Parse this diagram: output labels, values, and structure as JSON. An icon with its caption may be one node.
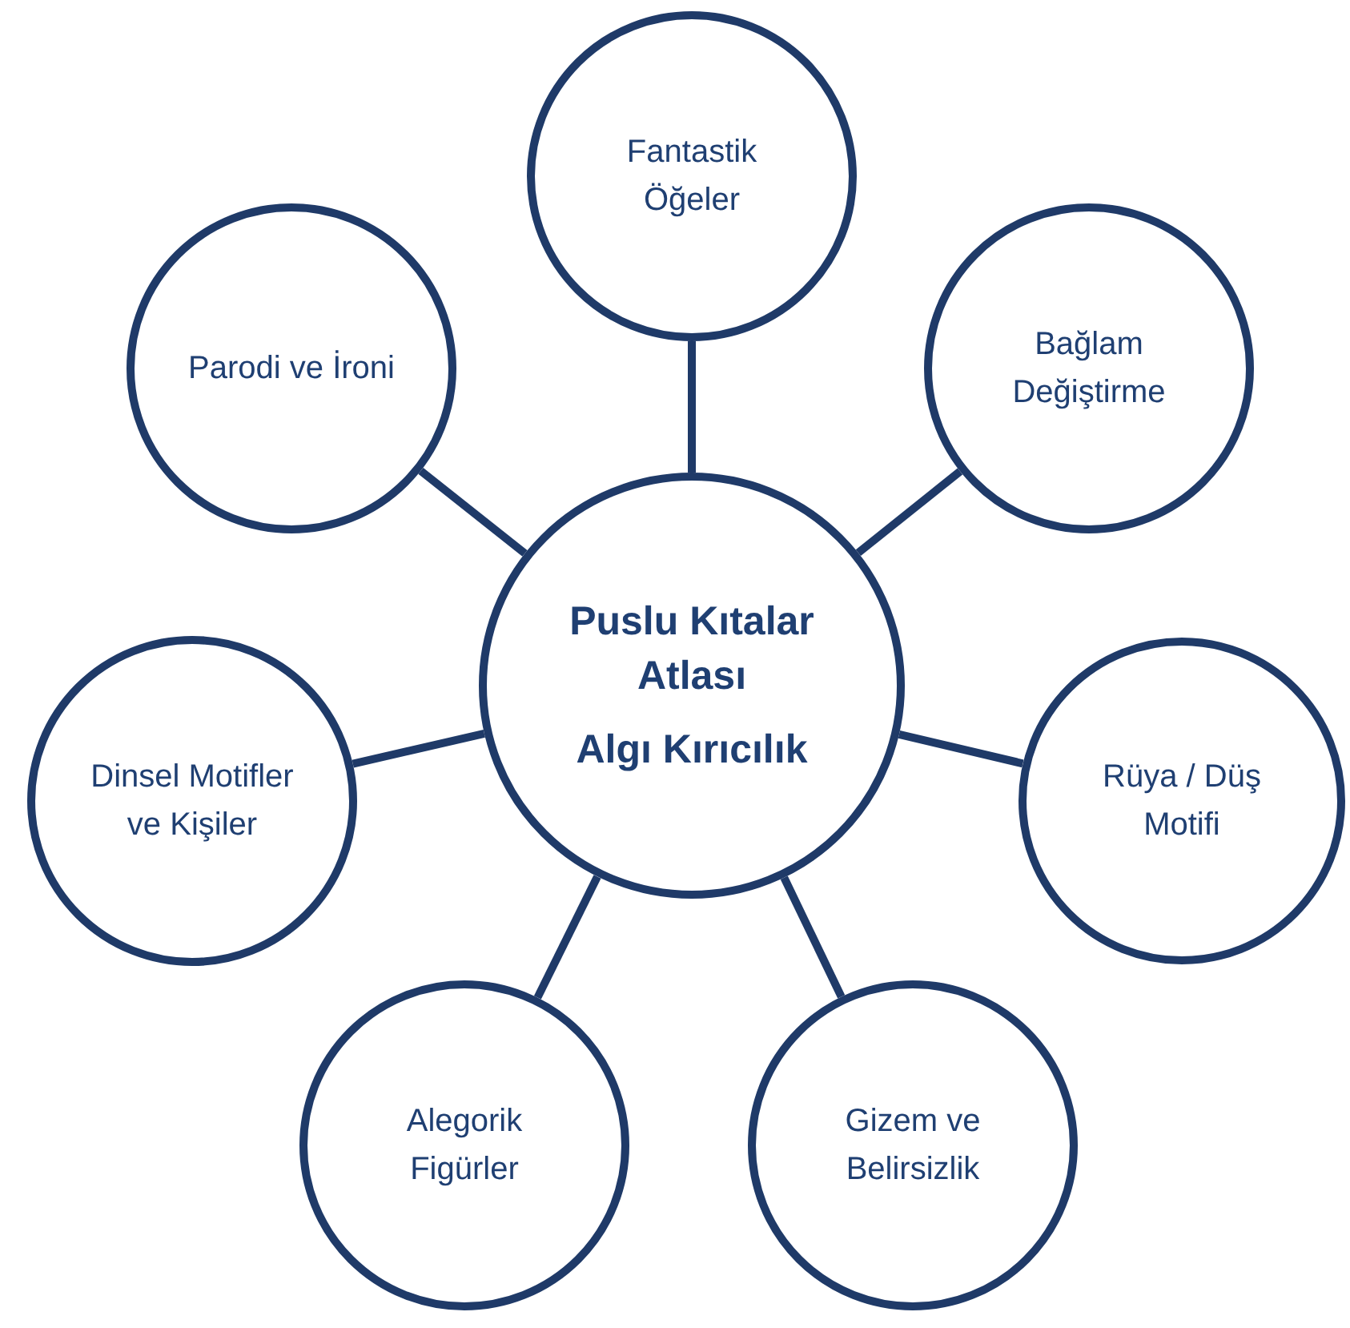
{
  "diagram": {
    "nodes": [
      {
        "text": [
          "Puslu Kıtalar Atlası",
          "Algı Kırıcılık"
        ]
      },
      {
        "text": [
          "Fantastik Öğeler"
        ]
      },
      {
        "text": [
          "Bağlam Değiştirme"
        ]
      },
      {
        "text": [
          "Rüya / Düş Motifi"
        ]
      },
      {
        "text": [
          "Gizem ve Belirsizlik"
        ]
      },
      {
        "text": [
          "Alegorik Figürler"
        ]
      },
      {
        "text": [
          "Dinsel Motifler ve Kişiler"
        ]
      },
      {
        "text": [
          "Parodi ve İroni"
        ]
      }
    ],
    "edges": [
      {
        "from": 0,
        "to": 1,
        "arrow": "none"
      },
      {
        "from": 0,
        "to": 2,
        "arrow": "none"
      },
      {
        "from": 0,
        "to": 3,
        "arrow": "none"
      },
      {
        "from": 0,
        "to": 4,
        "arrow": "none"
      },
      {
        "from": 0,
        "to": 5,
        "arrow": "none"
      },
      {
        "from": 0,
        "to": 6,
        "arrow": "none"
      },
      {
        "from": 0,
        "to": 7,
        "arrow": "none"
      }
    ]
  }
}
